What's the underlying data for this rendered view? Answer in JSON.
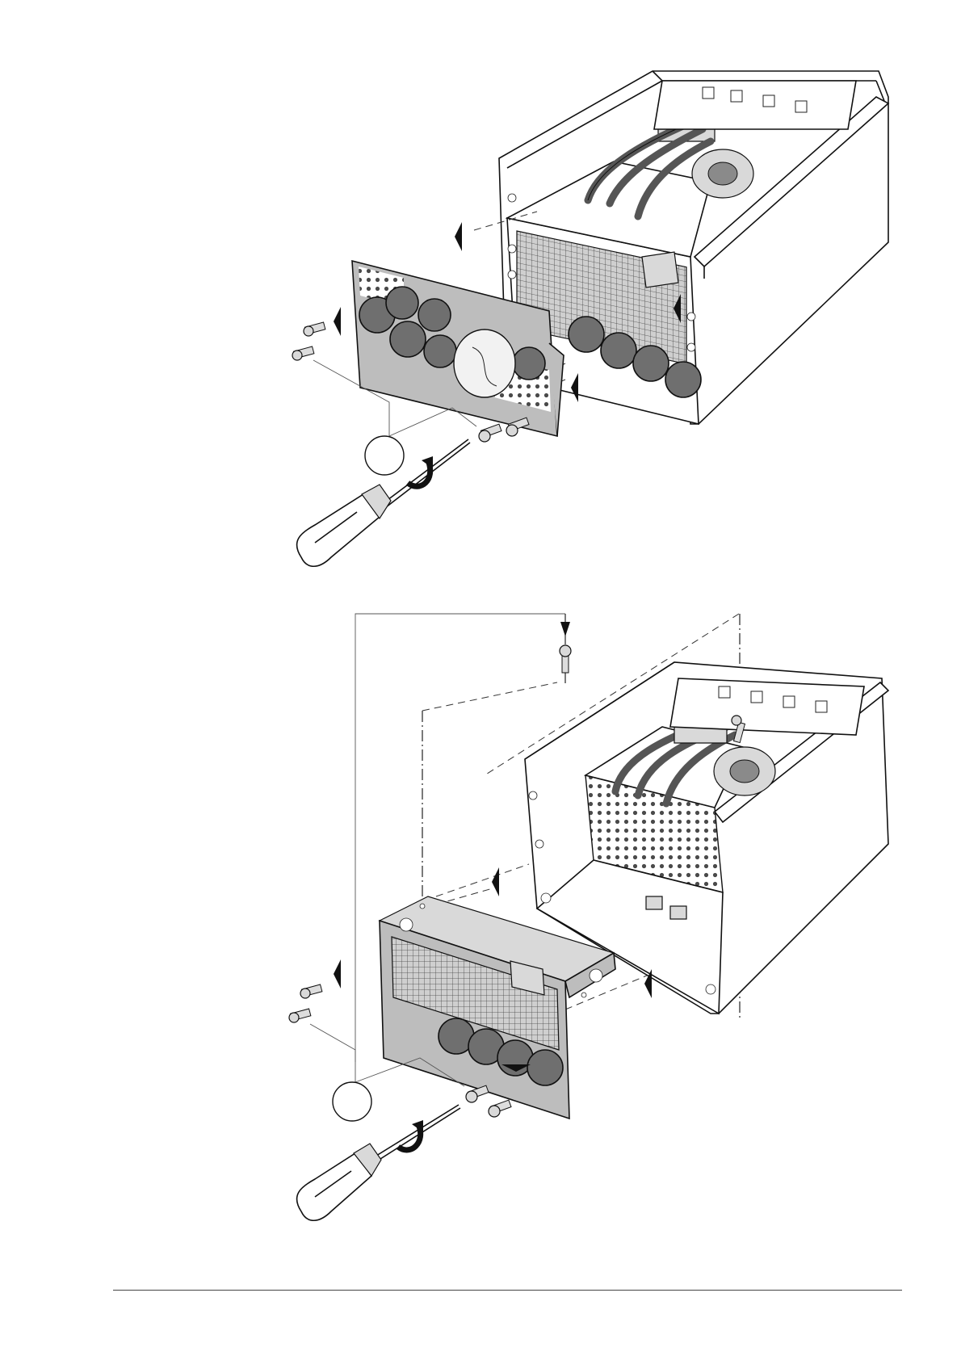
{
  "figure": {
    "top_step": {
      "callout_number": ""
    },
    "bottom_step": {
      "callout_number": ""
    }
  },
  "icons": [
    "drive-unit",
    "gland-plate",
    "fixing-screw",
    "screwdriver",
    "rotation-arrow",
    "direction-arrow",
    "cable-grommet",
    "callout-circle"
  ],
  "colors": {
    "line": "#111111",
    "panel_gray": "#bdbdbd",
    "grommet": "#6f6f6f",
    "background": "#ffffff"
  }
}
